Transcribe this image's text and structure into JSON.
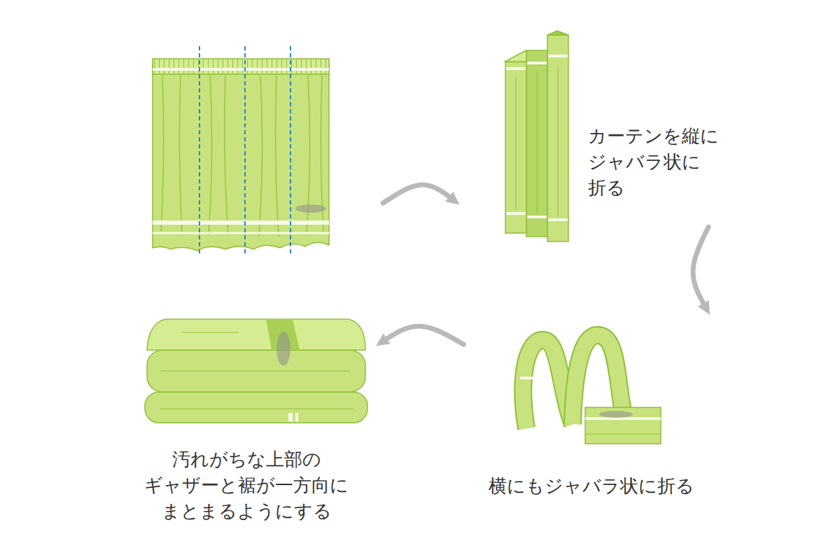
{
  "diagram": {
    "nodes": [
      {
        "text": []
      },
      {
        "text": [
          "カーテンを縦に ジャバラ状に 折る"
        ]
      },
      {
        "text": [
          "横にもジャバラ状に折る"
        ]
      },
      {
        "text": [
          "汚れがちな上部の ギャザーと裾が一方向に まとまるようにする"
        ]
      }
    ],
    "edges": [
      {
        "from": 0,
        "to": 1,
        "arrow": "to"
      },
      {
        "from": 1,
        "to": 2,
        "arrow": "to"
      },
      {
        "from": 2,
        "to": 3,
        "arrow": "to"
      }
    ]
  }
}
